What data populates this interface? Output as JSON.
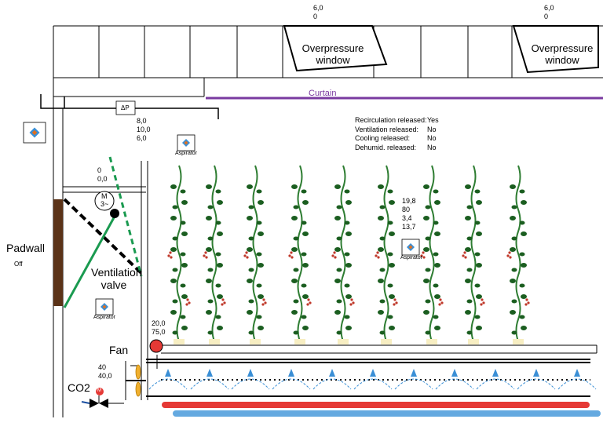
{
  "roof": {
    "window1": {
      "label_line1": "Overpressure",
      "label_line2": "window",
      "values": [
        "6,0",
        "0"
      ]
    },
    "window2": {
      "label_line1": "Overpressure",
      "label_line2": "window",
      "values": [
        "6,0",
        "0"
      ]
    },
    "curtain_label": "Curtain"
  },
  "pressure": {
    "symbol": "ΔP",
    "values": [
      "8,0",
      "10,0",
      "6,0"
    ]
  },
  "status": {
    "rows": [
      {
        "label": "Recirculation released:",
        "value": "Yes"
      },
      {
        "label": "Ventilation released:",
        "value": "No"
      },
      {
        "label": "Cooling released:",
        "value": "No"
      },
      {
        "label": "Dehumid. released:",
        "value": "No"
      }
    ]
  },
  "aspirators": {
    "label": "Aspirator"
  },
  "motor": {
    "label_m": "M",
    "label_phase": "3~",
    "values": [
      "0",
      "0,0"
    ]
  },
  "ventilation_valve": {
    "label_line1": "Ventilation",
    "label_line2": "valve"
  },
  "padwall": {
    "label": "Padwall",
    "state": "Off"
  },
  "crop_readings": [
    "19,8",
    "80",
    "3,4",
    "13,7"
  ],
  "heating_sensor": {
    "values": [
      "20,0",
      "75,0"
    ]
  },
  "fan": {
    "label": "Fan",
    "values": [
      "40",
      "40,0"
    ]
  },
  "co2": {
    "label": "CO2",
    "valve_label": "M"
  },
  "colors": {
    "curtain": "#7a3aa0",
    "plant_stem": "#2e7d32",
    "leaf": "#1b5e20",
    "fruit": "#c0392b",
    "vent_green": "#1a9a50",
    "pipe_red": "#e53935",
    "pipe_blue": "#64a9e0",
    "arrow_blue": "#3a8fd6",
    "sensor_red": "#e53935"
  }
}
